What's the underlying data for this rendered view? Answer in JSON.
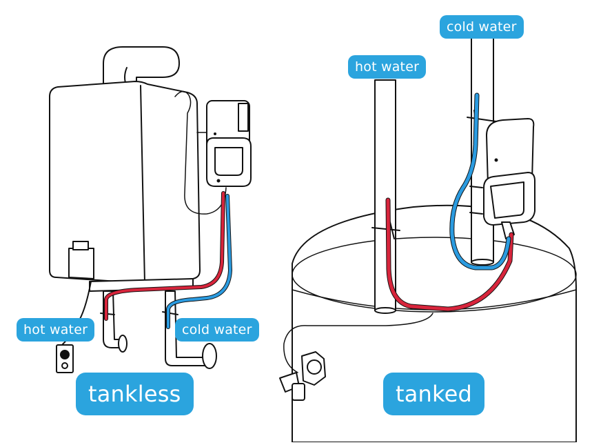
{
  "colors": {
    "accent": "#2ba4de",
    "hot_line": "#d8253c",
    "cold_line": "#2b9be0",
    "outline": "#111111"
  },
  "tankless": {
    "hot_label": "hot water",
    "cold_label": "cold water",
    "title": "tankless"
  },
  "tanked": {
    "hot_label": "hot water",
    "cold_label": "cold water",
    "title": "tanked"
  },
  "icons": {
    "heater": "tankless-water-heater-icon",
    "tank": "tank-water-heater-icon",
    "sensor": "sensor-device-icon",
    "valve": "drain-valve-icon"
  }
}
